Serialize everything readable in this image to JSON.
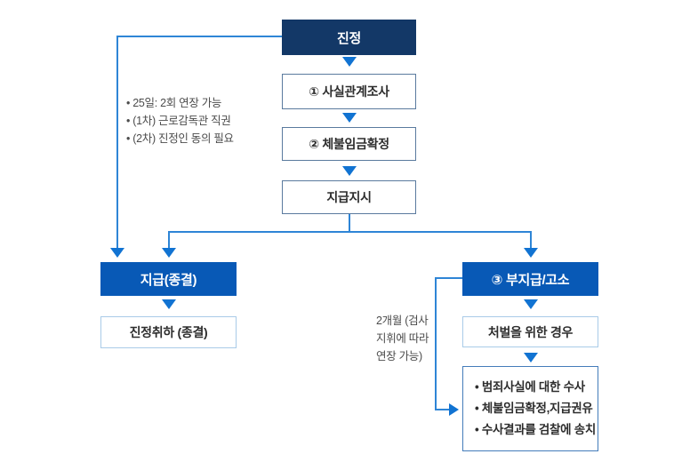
{
  "flow": {
    "top": "진정",
    "steps": [
      "① 사실관계조사",
      "② 체불임금확정",
      "지급지시"
    ],
    "left_branch": {
      "header": "지급(종결)",
      "result": "진정취하 (종결)"
    },
    "right_branch": {
      "header": "③ 부지급/고소",
      "condition": "처벌을 위한 경우",
      "details": [
        "• 범죄사실에 대한 수사",
        "• 체불임금확정,지급권유",
        "• 수사결과를 검찰에 송치"
      ]
    },
    "notes": {
      "left": [
        "• 25일: 2회 연장 가능",
        "• (1차) 근로감독관 직권",
        "• (2차) 진정인 동의 필요"
      ],
      "right": [
        "2개월 (검사",
        "지휘에 따라",
        "연장 가능)"
      ]
    }
  },
  "colors": {
    "navy": "#133867",
    "blue": "#0859b6",
    "arrow": "#1173d2",
    "line": "#2e85d6",
    "border-slate": "#5a7a9e",
    "border-light": "#a9cbe8",
    "border-mid": "#447cba",
    "text-dark": "#2d2d2d",
    "text-note": "#4c4c4c"
  }
}
